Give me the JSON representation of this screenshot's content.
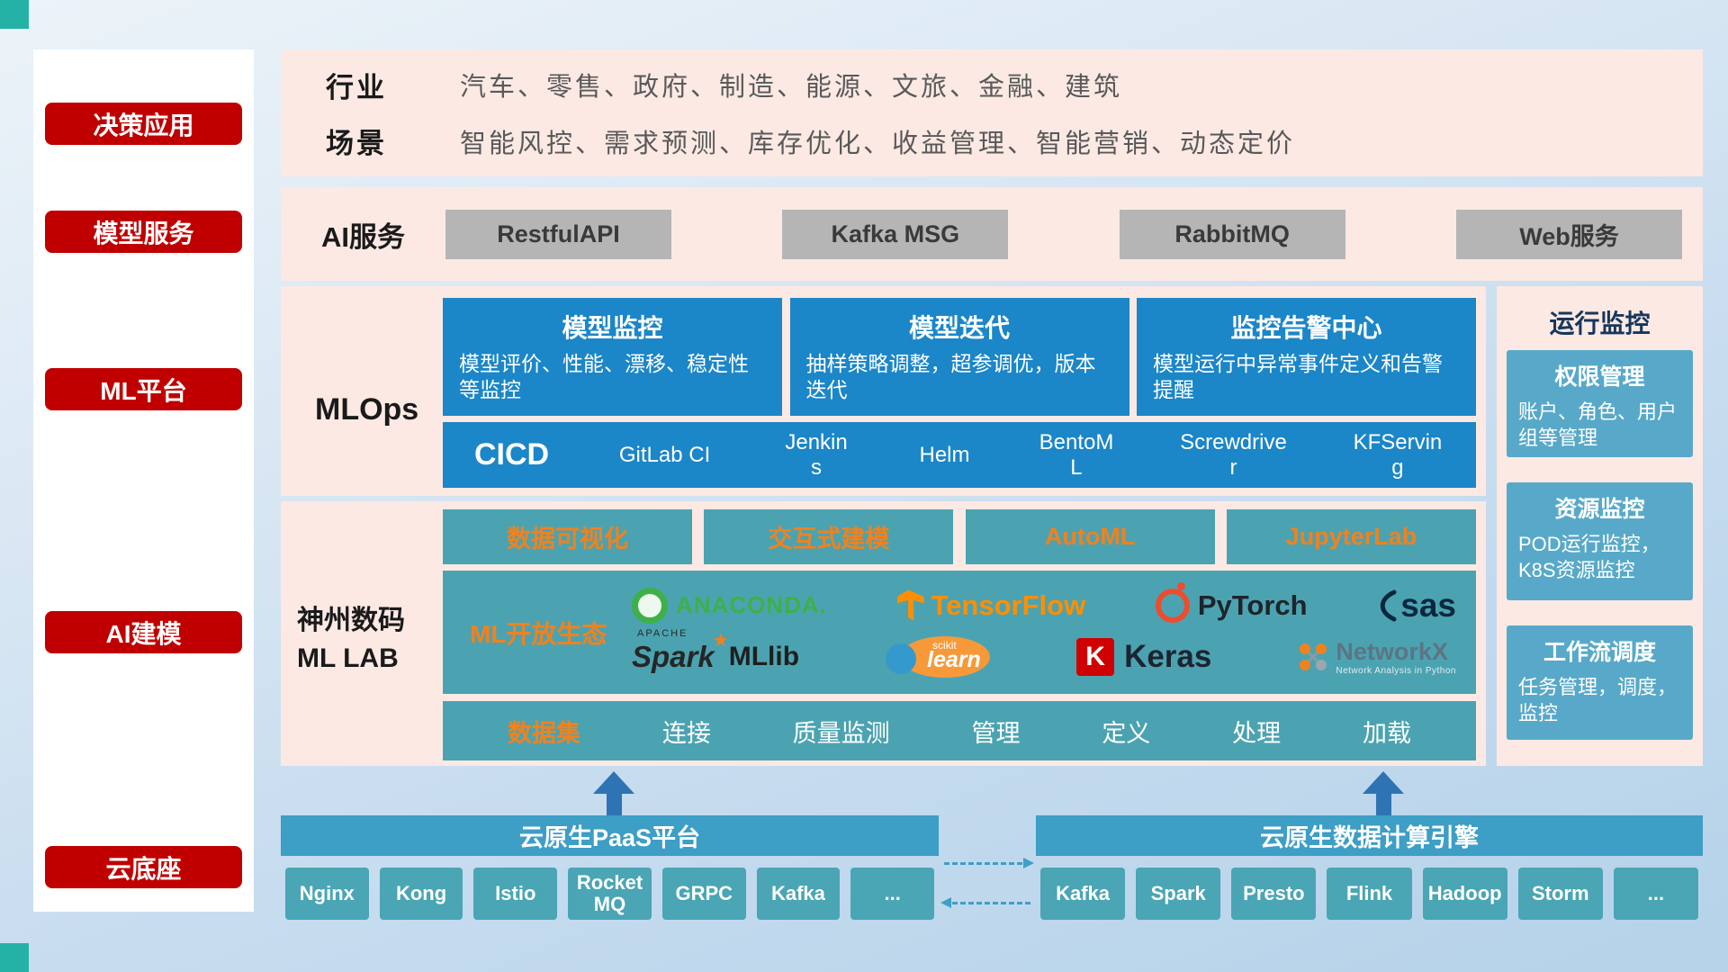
{
  "sidebar": {
    "items": [
      "决策应用",
      "模型服务",
      "ML平台",
      "AI建模",
      "云底座"
    ]
  },
  "applications": {
    "industry_label": "行业",
    "industry_text": "汽车、零售、政府、制造、能源、文旅、金融、建筑",
    "scene_label": "场景",
    "scene_text": "智能风控、需求预测、库存优化、收益管理、智能营销、动态定价"
  },
  "ai_service": {
    "label": "AI服务",
    "buttons": [
      "RestfulAPI",
      "Kafka MSG",
      "RabbitMQ",
      "Web服务"
    ]
  },
  "mlops": {
    "label": "MLOps",
    "cards": [
      {
        "title": "模型监控",
        "desc": "模型评价、性能、漂移、稳定性等监控"
      },
      {
        "title": "模型迭代",
        "desc": "抽样策略调整，超参调优，版本迭代"
      },
      {
        "title": "监控告警中心",
        "desc": "模型运行中异常事件定义和告警提醒"
      }
    ],
    "cicd_label": "CICD",
    "cicd_tools": [
      "GitLab CI",
      "Jenkins",
      "Helm",
      "BentoML",
      "Screwdriver",
      "KFServing"
    ]
  },
  "monitoring": {
    "title": "运行监控",
    "cards": [
      {
        "title": "权限管理",
        "desc": "账户、角色、用户组等管理"
      },
      {
        "title": "资源监控",
        "desc": "POD运行监控，K8S资源监控"
      },
      {
        "title": "工作流调度",
        "desc": "任务管理，调度，监控"
      }
    ]
  },
  "mllab": {
    "label_line1": "神州数码",
    "label_line2": "ML LAB",
    "tool_buttons": [
      "数据可视化",
      "交互式建模",
      "AutoML",
      "JupyterLab"
    ],
    "ecosystem_label": "ML开放生态",
    "logos": {
      "anaconda": "ANACONDA.",
      "tensorflow": "TensorFlow",
      "pytorch": "PyTorch",
      "sas": "sas",
      "spark_apache": "APACHE",
      "spark": "Spark",
      "mllib": "MLlib",
      "sklearn_small": "scikit",
      "sklearn": "learn",
      "keras_k": "K",
      "keras": "Keras",
      "networkx": "NetworkX",
      "networkx_sub": "Network Analysis in Python"
    },
    "dataset": {
      "label": "数据集",
      "items": [
        "连接",
        "质量监测",
        "管理",
        "定义",
        "处理",
        "加载"
      ]
    }
  },
  "foundation": {
    "paas": {
      "title": "云原生PaaS平台",
      "items": [
        "Nginx",
        "Kong",
        "Istio",
        "RocketMQ",
        "GRPC",
        "Kafka",
        "..."
      ]
    },
    "engine": {
      "title": "云原生数据计算引擎",
      "items": [
        "Kafka",
        "Spark",
        "Presto",
        "Flink",
        "Hadoop",
        "Storm",
        "..."
      ]
    }
  },
  "colors": {
    "accent_red": "#c00000",
    "panel_pink": "#fce9e4",
    "card_blue": "#1b86c8",
    "teal": "#4ba3b1",
    "monitor_card_blue": "#58a9c9",
    "accent_orange": "#f0821e",
    "bar_blue": "#3d9ec6",
    "arrow_blue": "#2e74b5"
  }
}
